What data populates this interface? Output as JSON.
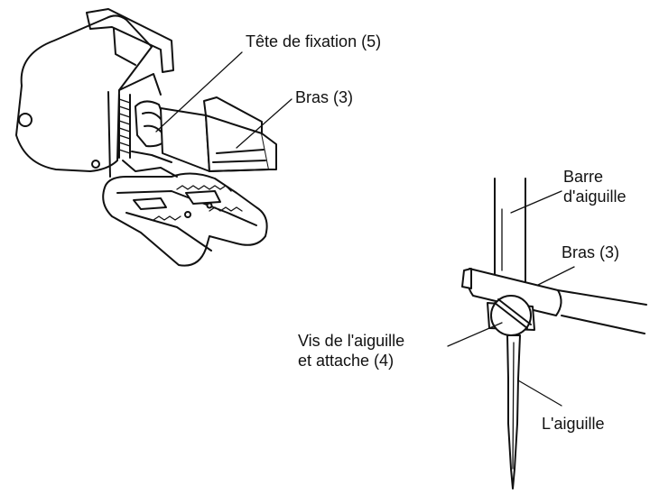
{
  "labels": {
    "tete_fixation": "Tête de fixation (5)",
    "bras_foot": "Bras (3)",
    "barre_line1": "Barre",
    "barre_line2": "d'aiguille",
    "bras_needle": "Bras (3)",
    "vis_line1": "Vis de l'aiguille",
    "vis_line2": "et attache (4)",
    "aiguille": "L'aiguille"
  },
  "colors": {
    "ink": "#111111",
    "background": "#ffffff"
  }
}
